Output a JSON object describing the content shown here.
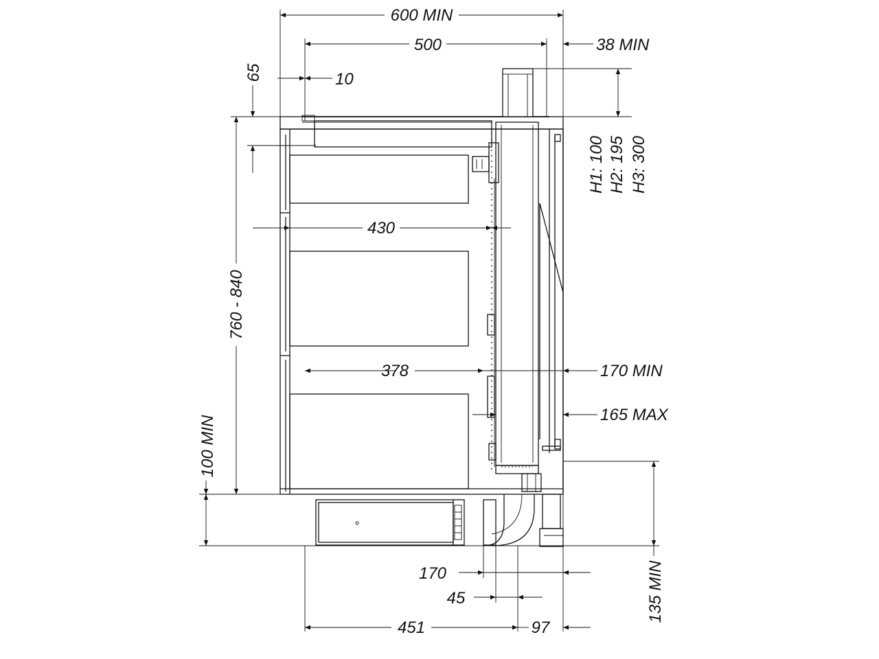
{
  "dimensions": {
    "width_600": "600 MIN",
    "width_500": "500",
    "right_38": "38 MIN",
    "top_65": "65",
    "top_10": "10",
    "h_values": [
      "H1: 100",
      "H2: 195",
      "H3: 300"
    ],
    "inner_430": "430",
    "height_760": "760 - 840",
    "inner_378": "378",
    "right_170": "170 MIN",
    "right_165": "165 MAX",
    "plinth_100": "100 MIN",
    "bottom_170": "170",
    "bottom_45": "45",
    "right_135": "135 MIN",
    "bottom_451": "451",
    "bottom_97": "97"
  }
}
